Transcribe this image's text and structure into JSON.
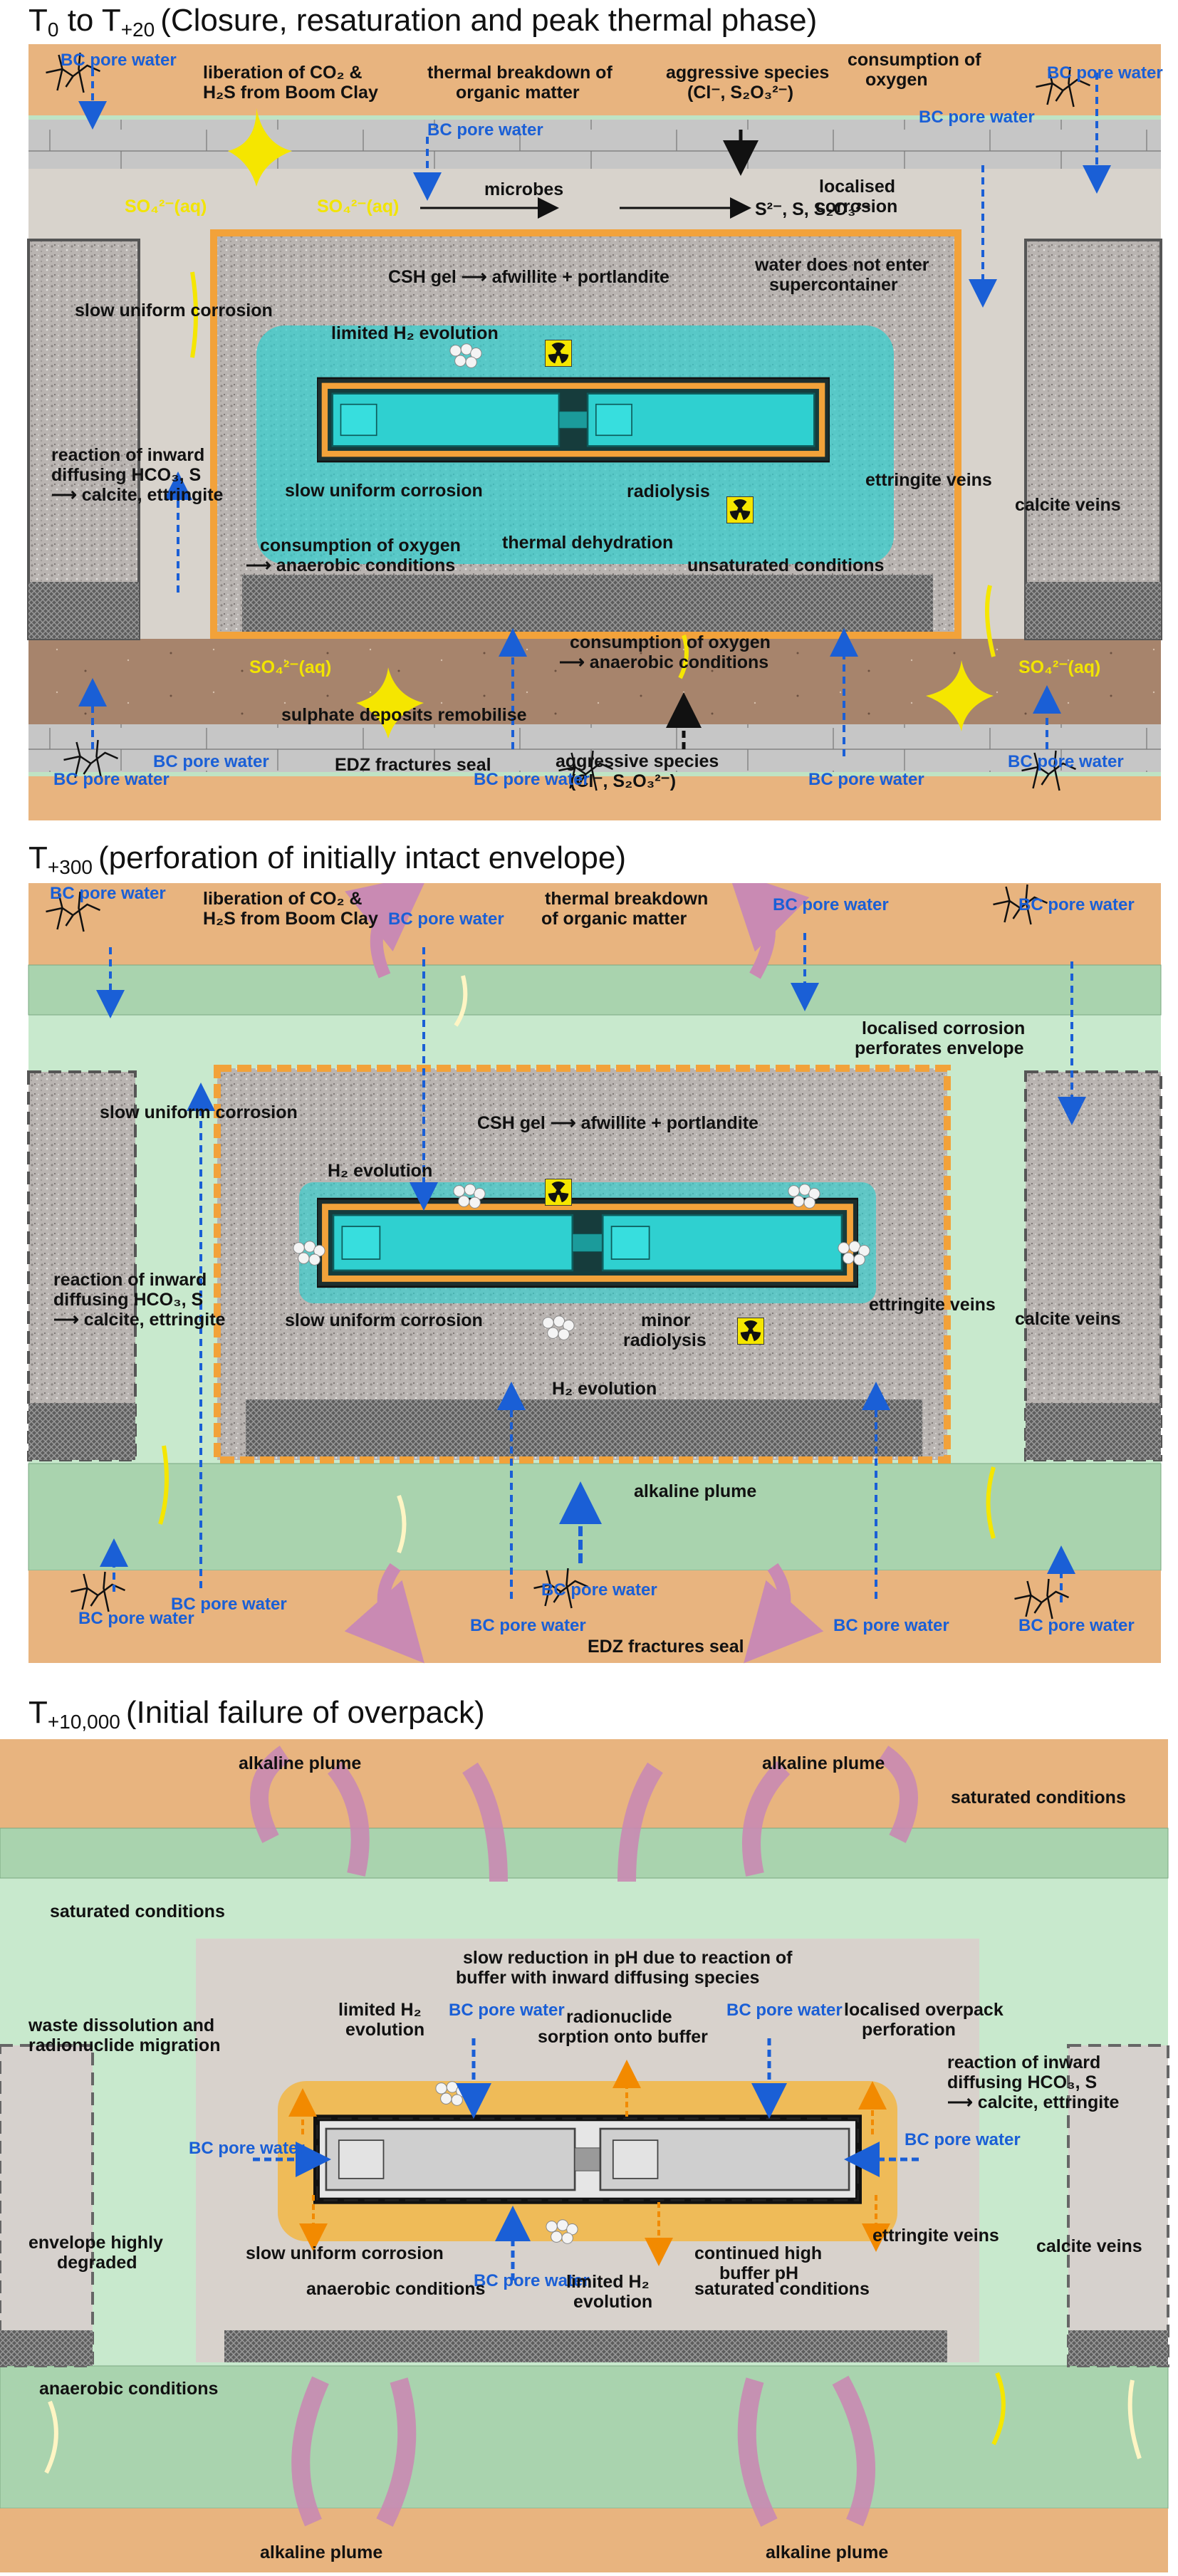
{
  "panel1": {
    "title": {
      "main": "T",
      "sub_start": "0",
      "connector": " to T",
      "sub_end": "+20",
      "rest": "(Closure, resaturation and peak thermal phase)"
    },
    "labels": {
      "bc_pore_water": "BC pore water",
      "liberation_1": "liberation of CO₂ &",
      "liberation_2": "H₂S from Boom Clay",
      "thermal_1": "thermal breakdown of",
      "thermal_2": "organic matter",
      "aggressive_1": "aggressive species",
      "aggressive_2": "(Cl⁻, S₂O₃²⁻)",
      "consumption_1": "consumption of",
      "consumption_2": "oxygen",
      "so4_aq": "SO₄²⁻(aq)",
      "microbes": "microbes",
      "s_species": "S²⁻, S, S₂O₃²⁻",
      "localised_1": "localised",
      "localised_2": "corrosion",
      "csh": "CSH gel ⟶ afwillite + portlandite",
      "water_not_1": "water does not enter",
      "water_not_2": "supercontainer",
      "slow_uniform": "slow uniform corrosion",
      "limited_h2": "limited H₂ evolution",
      "reaction_1": "reaction of inward",
      "reaction_2": "diffusing HCO₃, S",
      "reaction_3": "⟶ calcite, ettringite",
      "radiolysis": "radiolysis",
      "ettringite_veins": "ettringite veins",
      "calcite_veins": "calcite veins",
      "consumption_oxy_1": "consumption of oxygen",
      "consumption_oxy_2": "⟶ anaerobic conditions",
      "thermal_dehydration": "thermal dehydration",
      "unsaturated": "unsaturated conditions",
      "sulphate": "sulphate deposits remobilise",
      "edz": "EDZ fractures seal"
    }
  },
  "panel2": {
    "title": {
      "main": "T",
      "sub": "+300",
      "rest": "(perforation of initially intact envelope)"
    },
    "labels": {
      "liberation_1": "liberation of CO₂ &",
      "liberation_2": "H₂S from Boom Clay",
      "thermal_1": "thermal breakdown",
      "thermal_2": "of organic matter",
      "localised_1": "localised corrosion",
      "localised_2": "perforates envelope",
      "csh": "CSH gel ⟶ afwillite + portlandite",
      "slow_uniform": "slow uniform corrosion",
      "h2_evolution": "H₂ evolution",
      "reaction_1": "reaction of inward",
      "reaction_2": "diffusing HCO₃, S",
      "reaction_3": "⟶ calcite, ettringite",
      "minor_1": "minor",
      "minor_2": "radiolysis",
      "ettringite_veins": "ettringite veins",
      "calcite_veins": "calcite veins",
      "alkaline_plume": "alkaline plume",
      "edz": "EDZ fractures seal",
      "bc_pore_water": "BC pore water"
    }
  },
  "panel3": {
    "title": {
      "main": "T",
      "sub": "+10,000",
      "rest": "(Initial failure of overpack)"
    },
    "labels": {
      "alkaline_plume": "alkaline plume",
      "saturated": "saturated conditions",
      "slow_reduction_1": "slow reduction in pH due to reaction of",
      "slow_reduction_2": "buffer with inward diffusing species",
      "waste_1": "waste dissolution and",
      "waste_2": "radionuclide migration",
      "limited_h2_1": "limited H₂",
      "limited_h2_2": "evolution",
      "bc_pore_water": "BC pore water",
      "sorption_1": "radionuclide",
      "sorption_2": "sorption onto buffer",
      "localised_1": "localised overpack",
      "localised_2": "perforation",
      "reaction_1": "reaction of inward",
      "reaction_2": "diffusing HCO₃, S",
      "reaction_3": "⟶ calcite, ettringite",
      "slow_uniform": "slow uniform corrosion",
      "continued_1": "continued high",
      "continued_2": "buffer pH",
      "envelope_1": "envelope highly",
      "envelope_2": "degraded",
      "ettringite_veins": "ettringite veins",
      "calcite_veins": "calcite veins",
      "anaerobic": "anaerobic conditions"
    }
  },
  "colors": {
    "clay": "#e8b47f",
    "concrete": "#c9c9c9",
    "buffer": "#b7b1ad",
    "cyan": "#2fd0d0",
    "plume": "#c98ab3",
    "green": "#bfe3c4",
    "blue": "#1a5fd6",
    "orange": "#f2a23a"
  },
  "icons": [
    "radiation-warning-icon",
    "gas-bubbles-icon",
    "crack-icon"
  ]
}
